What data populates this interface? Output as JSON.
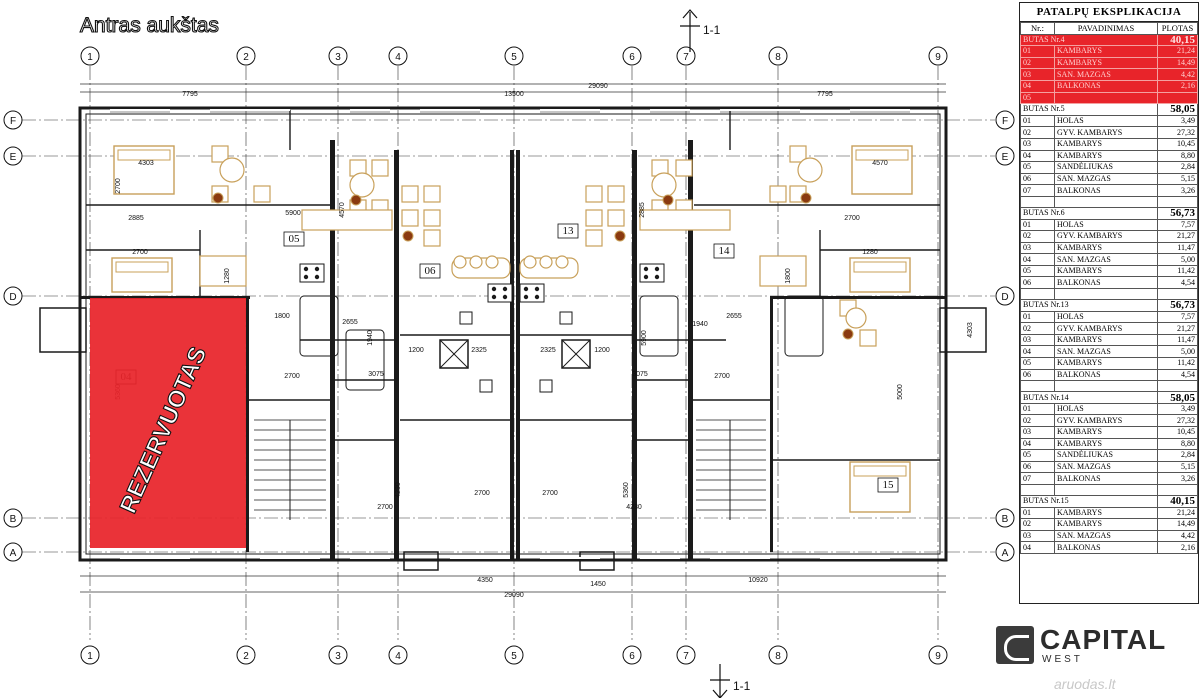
{
  "plan": {
    "title": "Antras aukštas",
    "reserved_label": "REZERVUOTAS",
    "section_label": "1-1",
    "grid_columns": [
      "1",
      "2",
      "3",
      "4",
      "5",
      "6",
      "7",
      "8",
      "9"
    ],
    "grid_rows": [
      "F",
      "E",
      "D",
      "B",
      "A"
    ],
    "dims_top": [
      "7795",
      "13500",
      "29090",
      "7795"
    ],
    "dims_bottom": [
      "4350",
      "1450",
      "29090",
      "10920"
    ],
    "dims_inner": [
      "4303",
      "2700",
      "5900",
      "2885",
      "2700",
      "1280",
      "1800",
      "2655",
      "1940",
      "1200",
      "2325",
      "2325",
      "1200",
      "3075",
      "3075",
      "2700",
      "2700",
      "2700",
      "2700",
      "2700",
      "4230",
      "4230",
      "5360",
      "5360",
      "5000",
      "4303",
      "4570",
      "4570",
      "2885",
      "2700",
      "1280",
      "1800",
      "2655",
      "1940",
      "5900"
    ],
    "room_labels": [
      "05",
      "06",
      "13",
      "14",
      "04",
      "15"
    ],
    "colors": {
      "reserved": "#e8242a",
      "wall": "#1a1a1a",
      "furniture": "#c8a05a",
      "furniture_dark": "#8a3a10"
    }
  },
  "explication": {
    "title": "PATALPŲ EKSPLIKACIJA",
    "headers": [
      "Nr.:",
      "PAVADINIMAS",
      "PLOTAS"
    ],
    "units": [
      {
        "name": "BUTAS Nr.4",
        "area": "40,15",
        "reserved": true,
        "rooms": [
          [
            "01",
            "KAMBARYS",
            "21,24"
          ],
          [
            "02",
            "KAMBARYS",
            "14,49"
          ],
          [
            "03",
            "SAN. MAZGAS",
            "4,42"
          ],
          [
            "04",
            "BALKONAS",
            "2,16"
          ],
          [
            "05",
            "",
            ""
          ]
        ]
      },
      {
        "name": "BUTAS Nr.5",
        "area": "58,05",
        "reserved": false,
        "rooms": [
          [
            "01",
            "HOLAS",
            "3,49"
          ],
          [
            "02",
            "GYV. KAMBARYS",
            "27,32"
          ],
          [
            "03",
            "KAMBARYS",
            "10,45"
          ],
          [
            "04",
            "KAMBARYS",
            "8,80"
          ],
          [
            "05",
            "SANDĖLIUKAS",
            "2,84"
          ],
          [
            "06",
            "SAN. MAZGAS",
            "5,15"
          ],
          [
            "07",
            "BALKONAS",
            "3,26"
          ]
        ]
      },
      {
        "name": "BUTAS Nr.6",
        "area": "56,73",
        "reserved": false,
        "rooms": [
          [
            "01",
            "HOLAS",
            "7,57"
          ],
          [
            "02",
            "GYV. KAMBARYS",
            "21,27"
          ],
          [
            "03",
            "KAMBARYS",
            "11,47"
          ],
          [
            "04",
            "SAN. MAZGAS",
            "5,00"
          ],
          [
            "05",
            "KAMBARYS",
            "11,42"
          ],
          [
            "06",
            "BALKONAS",
            "4,54"
          ]
        ]
      },
      {
        "name": "BUTAS Nr.13",
        "area": "56,73",
        "reserved": false,
        "rooms": [
          [
            "01",
            "HOLAS",
            "7,57"
          ],
          [
            "02",
            "GYV. KAMBARYS",
            "21,27"
          ],
          [
            "03",
            "KAMBARYS",
            "11,47"
          ],
          [
            "04",
            "SAN. MAZGAS",
            "5,00"
          ],
          [
            "05",
            "KAMBARYS",
            "11,42"
          ],
          [
            "06",
            "BALKONAS",
            "4,54"
          ]
        ]
      },
      {
        "name": "BUTAS Nr.14",
        "area": "58,05",
        "reserved": false,
        "rooms": [
          [
            "01",
            "HOLAS",
            "3,49"
          ],
          [
            "02",
            "GYV. KAMBARYS",
            "27,32"
          ],
          [
            "03",
            "KAMBARYS",
            "10,45"
          ],
          [
            "04",
            "KAMBARYS",
            "8,80"
          ],
          [
            "05",
            "SANDĖLIUKAS",
            "2,84"
          ],
          [
            "06",
            "SAN. MAZGAS",
            "5,15"
          ],
          [
            "07",
            "BALKONAS",
            "3,26"
          ]
        ]
      },
      {
        "name": "BUTAS Nr.15",
        "area": "40,15",
        "reserved": false,
        "rooms": [
          [
            "01",
            "KAMBARYS",
            "21,24"
          ],
          [
            "02",
            "KAMBARYS",
            "14,49"
          ],
          [
            "03",
            "SAN. MAZGAS",
            "4,42"
          ],
          [
            "04",
            "BALKONAS",
            "2,16"
          ]
        ]
      }
    ]
  },
  "logo": {
    "name": "CAPITAL",
    "sub": "WEST"
  },
  "watermark": "aruodas.lt"
}
